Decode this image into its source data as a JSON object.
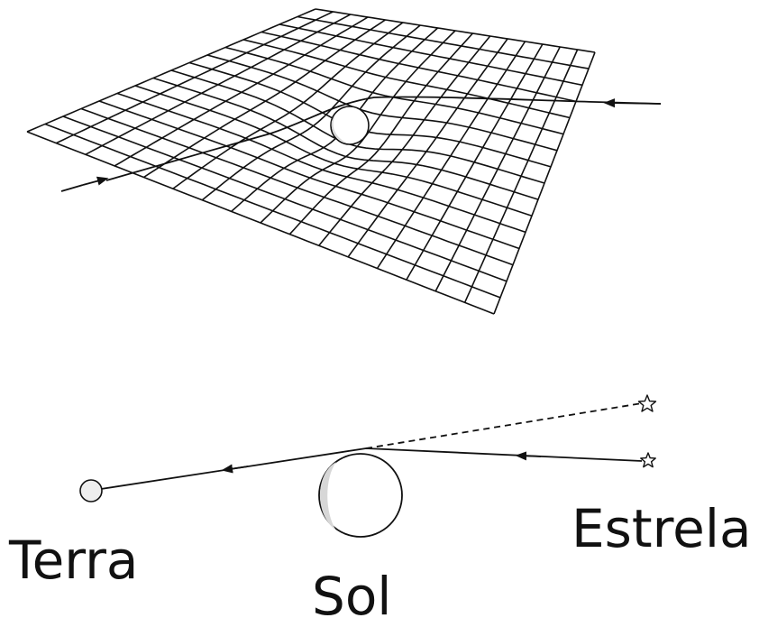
{
  "labels": {
    "earth": "Terra",
    "sun": "Sol",
    "star": "Estrela"
  },
  "colors": {
    "ink": "#111111",
    "sun_fill": "#ffffff",
    "sun_shade": "#d7d7d7",
    "earth_fill": "#eeeeee"
  },
  "grid": {
    "columns": 16,
    "rows": 16,
    "depression_at_center": true
  },
  "icons": {
    "star_real": "star-outline-icon",
    "star_apparent": "star-outline-icon"
  }
}
